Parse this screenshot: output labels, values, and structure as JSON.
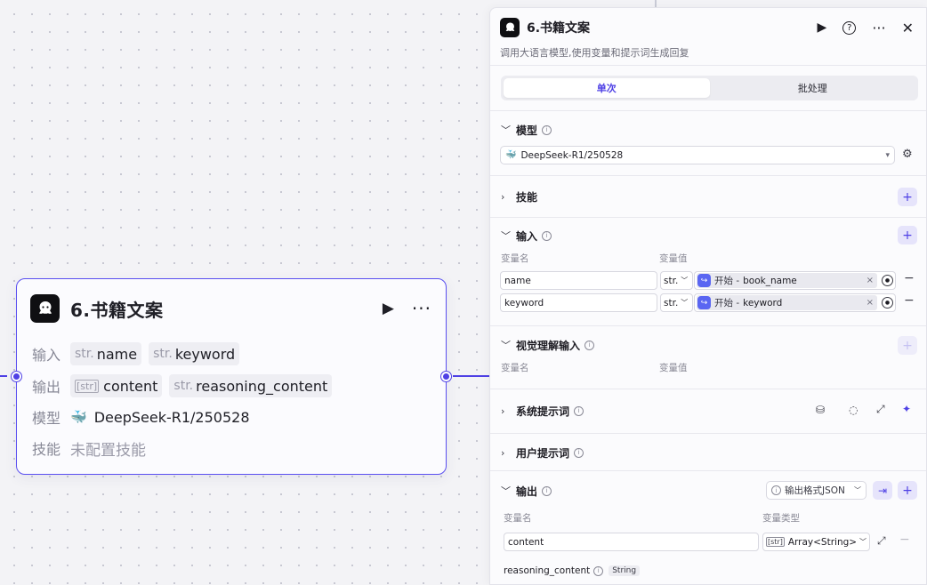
{
  "node": {
    "title": "6.书籍文案",
    "input_label": "输入",
    "output_label": "输出",
    "model_label": "模型",
    "skill_label": "技能",
    "inputs": [
      {
        "type": "str.",
        "name": "name"
      },
      {
        "type": "str.",
        "name": "keyword"
      }
    ],
    "outputs": [
      {
        "type": "[str]",
        "name": "content"
      },
      {
        "type": "str.",
        "name": "reasoning_content"
      }
    ],
    "model_value": "DeepSeek-R1/250528",
    "skill_value": "未配置技能"
  },
  "panel": {
    "title": "6.书籍文案",
    "description": "调用大语言模型,使用变量和提示词生成回复",
    "tabs": [
      "单次",
      "批处理"
    ],
    "model": {
      "section": "模型",
      "selected": "DeepSeek-R1/250528"
    },
    "skills": {
      "section": "技能"
    },
    "input": {
      "section": "输入",
      "col_name": "变量名",
      "col_value": "变量值",
      "rows": [
        {
          "name": "name",
          "type": "str.",
          "source": "开始 -",
          "ref": "book_name"
        },
        {
          "name": "keyword",
          "type": "str.",
          "source": "开始 -",
          "ref": "keyword"
        }
      ]
    },
    "vision": {
      "section": "视觉理解输入",
      "col_name": "变量名",
      "col_value": "变量值"
    },
    "system_prompt": {
      "section": "系统提示词"
    },
    "user_prompt": {
      "section": "用户提示词"
    },
    "output": {
      "section": "输出",
      "format": "输出格式JSON",
      "col_name": "变量名",
      "col_type": "变量类型",
      "rows": [
        {
          "name": "content",
          "type_badge": "[str]",
          "type": "Array<String>"
        }
      ],
      "reasoning_name": "reasoning_content",
      "reasoning_type": "String"
    }
  },
  "colors": {
    "accent": "#4e40e5",
    "deepseek": "#4d6bfe"
  }
}
